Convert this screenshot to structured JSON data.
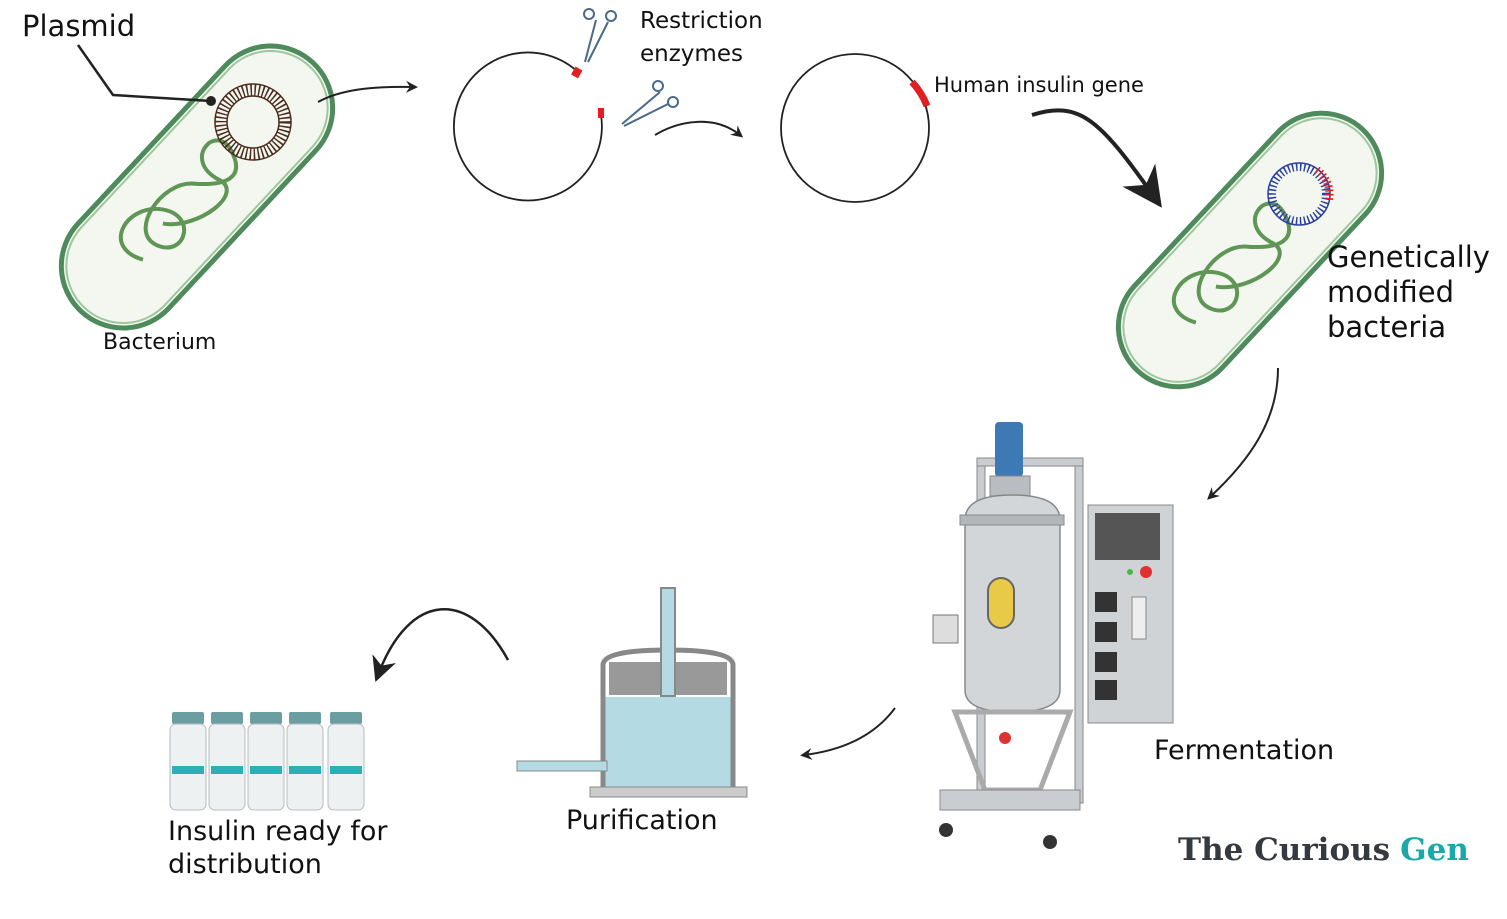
{
  "labels": {
    "plasmid": "Plasmid",
    "bacterium": "Bacterium",
    "restriction_line1": "Restriction",
    "restriction_line2": "enzymes",
    "human_insulin_gene": "Human insulin gene",
    "gm_line1": "Genetically",
    "gm_line2": "modified",
    "gm_line3": "bacteria",
    "fermentation": "Fermentation",
    "purification": "Purification",
    "insulin_line1": "Insulin ready for",
    "insulin_line2": "distribution"
  },
  "logo": {
    "part1": "The Curious",
    "part2": "Gen"
  },
  "colors": {
    "cell_wall": "#4e8a5c",
    "cytoplasm": "#f3f7f0",
    "dna": "#5f9655",
    "plasmid": "#4a2a1c",
    "cut_site": "#e02020",
    "gm_plasmid": "#2a3fa0",
    "liquid": "#b4dbe3",
    "logo_dark": "#343a40",
    "logo_accent": "#1aa9a9"
  }
}
